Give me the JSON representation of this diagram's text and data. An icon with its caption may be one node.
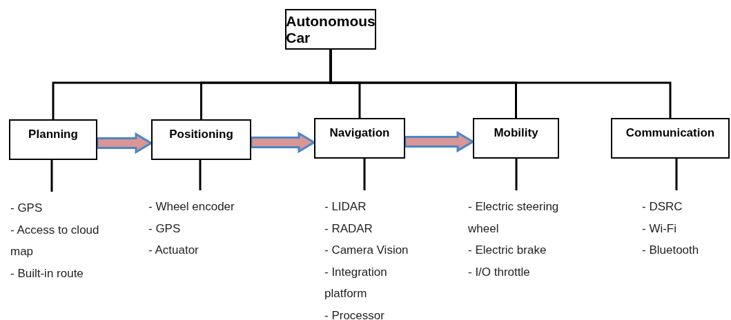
{
  "diagram": {
    "nodes": [
      {
        "text": [
          "Autonomous Car"
        ]
      },
      {
        "text": [
          "Planning"
        ]
      },
      {
        "text": [
          "Positioning"
        ]
      },
      {
        "text": [
          "Navigation"
        ]
      },
      {
        "text": [
          "Mobility"
        ]
      },
      {
        "text": [
          "Communication"
        ]
      },
      {
        "text": [
          "- GPS",
          "- Access to cloud map",
          "- Built-in route"
        ]
      },
      {
        "text": [
          "- Wheel encoder",
          "- GPS",
          "- Actuator"
        ]
      },
      {
        "text": [
          "- LIDAR",
          "- RADAR",
          "- Camera Vision",
          "- Integration platform",
          "- Processor"
        ]
      },
      {
        "text": [
          "- Electric steering wheel",
          "- Electric brake",
          "- I/O throttle"
        ]
      },
      {
        "text": [
          "- DSRC",
          "- Wi-Fi",
          "- Bluetooth"
        ]
      }
    ],
    "edges": [
      {
        "from": 0,
        "to": 1,
        "arrow": "none"
      },
      {
        "from": 0,
        "to": 2,
        "arrow": "none"
      },
      {
        "from": 0,
        "to": 3,
        "arrow": "none"
      },
      {
        "from": 0,
        "to": 4,
        "arrow": "none"
      },
      {
        "from": 0,
        "to": 5,
        "arrow": "none"
      },
      {
        "from": 1,
        "to": 2,
        "arrow": "to",
        "style": "thick",
        "color": "#4a86c5"
      },
      {
        "from": 2,
        "to": 3,
        "arrow": "to",
        "style": "thick",
        "color": "#4a86c5"
      },
      {
        "from": 3,
        "to": 4,
        "arrow": "to",
        "style": "thick",
        "color": "#4a86c5"
      },
      {
        "from": 1,
        "to": 6,
        "arrow": "none"
      },
      {
        "from": 2,
        "to": 7,
        "arrow": "none"
      },
      {
        "from": 3,
        "to": 8,
        "arrow": "none"
      },
      {
        "from": 4,
        "to": 9,
        "arrow": "none"
      },
      {
        "from": 5,
        "to": 10,
        "arrow": "none"
      }
    ]
  }
}
